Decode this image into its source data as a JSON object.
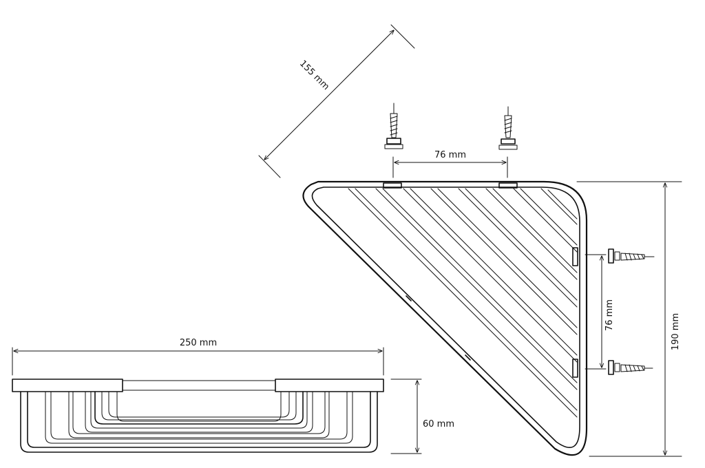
{
  "dimensions": {
    "width": "250 mm",
    "height": "60 mm",
    "diagonal_depth": "155 mm",
    "mount_spacing_top": "76 mm",
    "mount_spacing_side": "76 mm",
    "side_length": "190 mm"
  }
}
